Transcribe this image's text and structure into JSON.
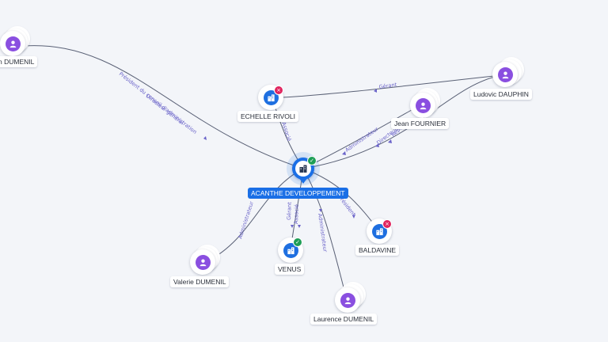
{
  "center": {
    "name": "ACANTHE DEVELOPPEMENT",
    "status": "active",
    "icon": "building-icon",
    "color": "#1a6fe6"
  },
  "nodes": [
    {
      "id": "top-left-person",
      "label": "n DUMENIL",
      "type": "person"
    },
    {
      "id": "echelle-rivoli",
      "label": "ECHELLE RIVOLI",
      "type": "company",
      "status": "closed"
    },
    {
      "id": "jean-fournier",
      "label": "Jean FOURNIER",
      "type": "person"
    },
    {
      "id": "ludovic-dauphin",
      "label": "Ludovic DAUPHIN",
      "type": "person"
    },
    {
      "id": "baldavine",
      "label": "BALDAVINE",
      "type": "company",
      "status": "closed"
    },
    {
      "id": "venus",
      "label": "VENUS",
      "type": "company",
      "status": "active"
    },
    {
      "id": "valerie-dumenil",
      "label": "Valerie DUMENIL",
      "type": "person"
    },
    {
      "id": "laurence-dumenil",
      "label": "Laurence DUMENIL",
      "type": "person"
    }
  ],
  "edge_labels": {
    "top_left_1": "Président du conseil d'administration",
    "top_left_2": "Directeur général",
    "echelle": "Associé",
    "ludovic_echelle": "Gérant",
    "jean_fournier": "Administrateur",
    "ludovic_1": "Directeur...",
    "ludovic_2": "Représ...",
    "baldavine": "Président",
    "venus_1": "Gérant",
    "venus_2": "Associé",
    "valerie": "Administrateur",
    "laurence": "Administrateur"
  },
  "colors": {
    "person": "#8a4fe0",
    "company": "#1e6fe0",
    "closed_badge": "#e0245e",
    "active_badge": "#1e9e56",
    "edge_label": "#6a63c9"
  }
}
